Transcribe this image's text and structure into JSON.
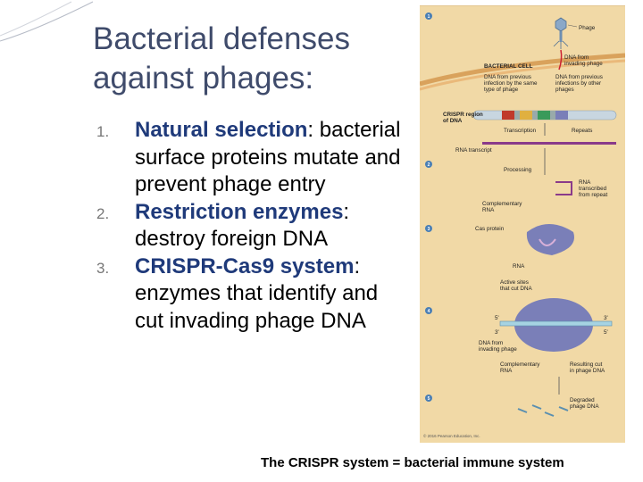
{
  "slide": {
    "title_line1": "Bacterial defenses",
    "title_line2": "against phages:",
    "items": [
      {
        "num": "1.",
        "term": "Natural selection",
        "desc": ": bacterial surface proteins mutate and prevent phage entry"
      },
      {
        "num": "2.",
        "term": "Restriction enzymes",
        "desc": ": destroy foreign DNA"
      },
      {
        "num": "3.",
        "term": "CRISPR-Cas9 system",
        "desc": ": enzymes that identify and cut invading phage DNA"
      }
    ],
    "caption": "The CRISPR system = bacterial immune system"
  },
  "figure": {
    "step1": "1",
    "step2": "2",
    "step3": "3",
    "step4": "4",
    "step5": "5",
    "phage": "Phage",
    "bacterial_cell": "BACTERIAL CELL",
    "dna_invading_1": "DNA from",
    "dna_invading_2": "invading phage",
    "dna_prev_same_1": "DNA from previous",
    "dna_prev_same_2": "infection by the same",
    "dna_prev_same_3": "type of phage",
    "dna_prev_other_1": "DNA from previous",
    "dna_prev_other_2": "infections by other",
    "dna_prev_other_3": "phages",
    "crispr_region_1": "CRISPR region",
    "crispr_region_2": "of DNA",
    "transcription": "Transcription",
    "repeats": "Repeats",
    "rna_transcript": "RNA transcript",
    "processing": "Processing",
    "rna_transcribed_1": "RNA",
    "rna_transcribed_2": "transcribed",
    "rna_transcribed_3": "from repeat",
    "complementary_rna_1": "Complementary",
    "complementary_rna_2": "RNA",
    "cas_protein": "Cas protein",
    "rna": "RNA",
    "active_sites_1": "Active sites",
    "active_sites_2": "that cut DNA",
    "five_prime": "5'",
    "three_prime": "3'",
    "dna_from_invading_1": "DNA from",
    "dna_from_invading_2": "invading phage",
    "complementary_rna_b1": "Complementary",
    "complementary_rna_b2": "RNA",
    "resulting_cut_1": "Resulting cut",
    "resulting_cut_2": "in phage DNA",
    "degraded_1": "Degraded",
    "degraded_2": "phage DNA",
    "copyright": "© 2016 Pearson Education, Inc.",
    "colors": {
      "background": "#f1d9a6",
      "band": "#b8d9e6",
      "cas": "#7a7fb8",
      "cell_wall": "#d9a25c"
    }
  }
}
